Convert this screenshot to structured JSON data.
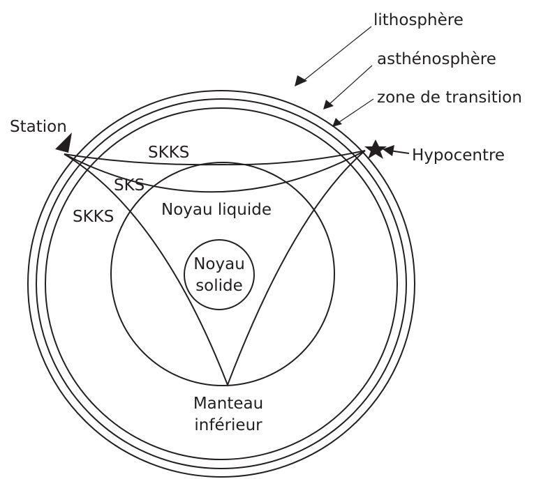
{
  "labels": {
    "lithosphere": "lithosphère",
    "asthenosphere": "asthénosphère",
    "transition_zone": "zone de transition",
    "station": "Station",
    "hypocentre": "Hypocentre",
    "skks_upper": "SKKS",
    "sks": "SKS",
    "skks_lower": "SKKS",
    "liquid_core": "Noyau liquide",
    "solid_core_line1": "Noyau",
    "solid_core_line2": "solide",
    "lower_mantle_line1": "Manteau",
    "lower_mantle_line2": "inférieur"
  },
  "colors": {
    "ink": "#231f20",
    "background": "#ffffff"
  }
}
